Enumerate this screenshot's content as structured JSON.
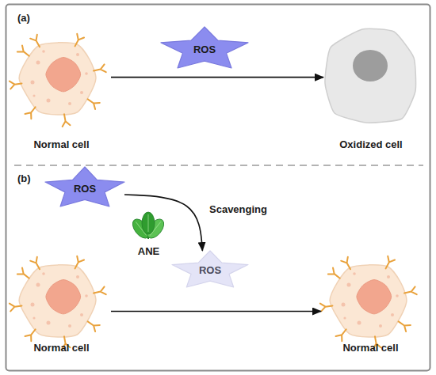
{
  "diagram": {
    "nodes": [
      {
        "text": [
          "(a)"
        ]
      },
      {
        "text": [
          "Normal cell"
        ],
        "in": 0
      },
      {
        "text": [
          "ROS"
        ],
        "in": 0
      },
      {
        "text": [
          "Oxidized cell"
        ],
        "in": 0
      },
      {
        "text": [
          "(b)"
        ]
      },
      {
        "text": [
          "ROS"
        ],
        "in": 4
      },
      {
        "text": [
          "ANE"
        ],
        "in": 4
      },
      {
        "text": [
          "ROS"
        ],
        "in": 4
      },
      {
        "text": [
          "Normal cell"
        ],
        "in": 4
      },
      {
        "text": [
          "Normal cell"
        ],
        "in": 4
      }
    ],
    "edges": [
      {
        "from": 1,
        "to": 3,
        "arrow": "to"
      },
      {
        "from": 5,
        "to": 7,
        "label": "Scavenging",
        "arrow": "to"
      },
      {
        "from": 8,
        "to": 9,
        "arrow": "to"
      }
    ]
  }
}
